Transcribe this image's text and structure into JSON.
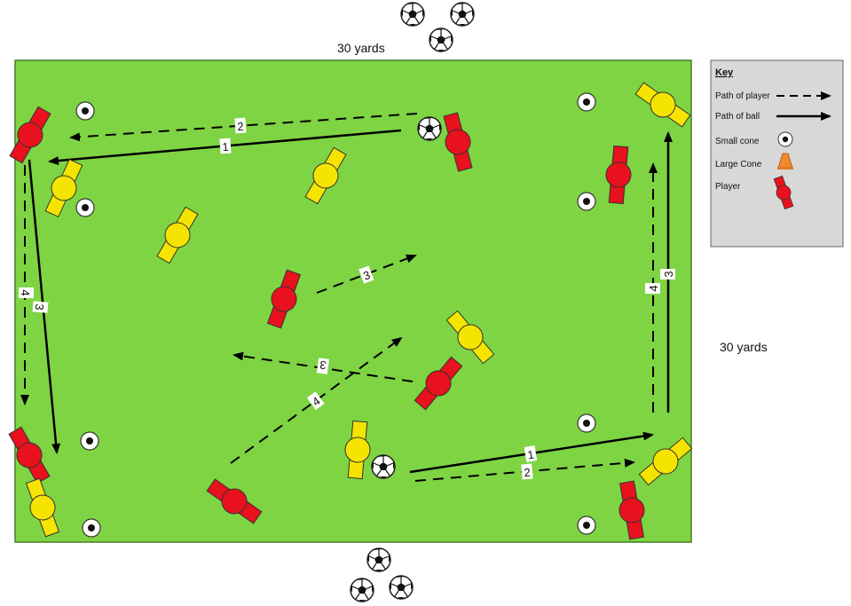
{
  "dimensions": {
    "top_label": "30 yards",
    "right_label": "30 yards"
  },
  "key": {
    "title": "Key",
    "items": [
      {
        "label": "Path of player",
        "icon": "dashed-arrow-icon"
      },
      {
        "label": "Path of ball",
        "icon": "solid-arrow-icon"
      },
      {
        "label": "Small cone",
        "icon": "small-cone-icon"
      },
      {
        "label": "Large Cone",
        "icon": "large-cone-icon"
      },
      {
        "label": "Player",
        "icon": "player-icon"
      }
    ]
  },
  "path_labels": {
    "top_dashed": "2",
    "top_solid": "1",
    "left_dashed": "4",
    "left_solid": "3",
    "center_up": "3",
    "center_left": "3",
    "center_diag": "4",
    "bottom_solid": "1",
    "bottom_dashed": "2",
    "right_solid": "3",
    "right_dashed": "4"
  },
  "colors": {
    "field": "#7fd443",
    "field_border": "#4a7a2a",
    "team_red": "#e8111d",
    "team_yellow": "#f5e400",
    "key_background": "#d8d8d8",
    "large_cone": "#f08a2a"
  }
}
